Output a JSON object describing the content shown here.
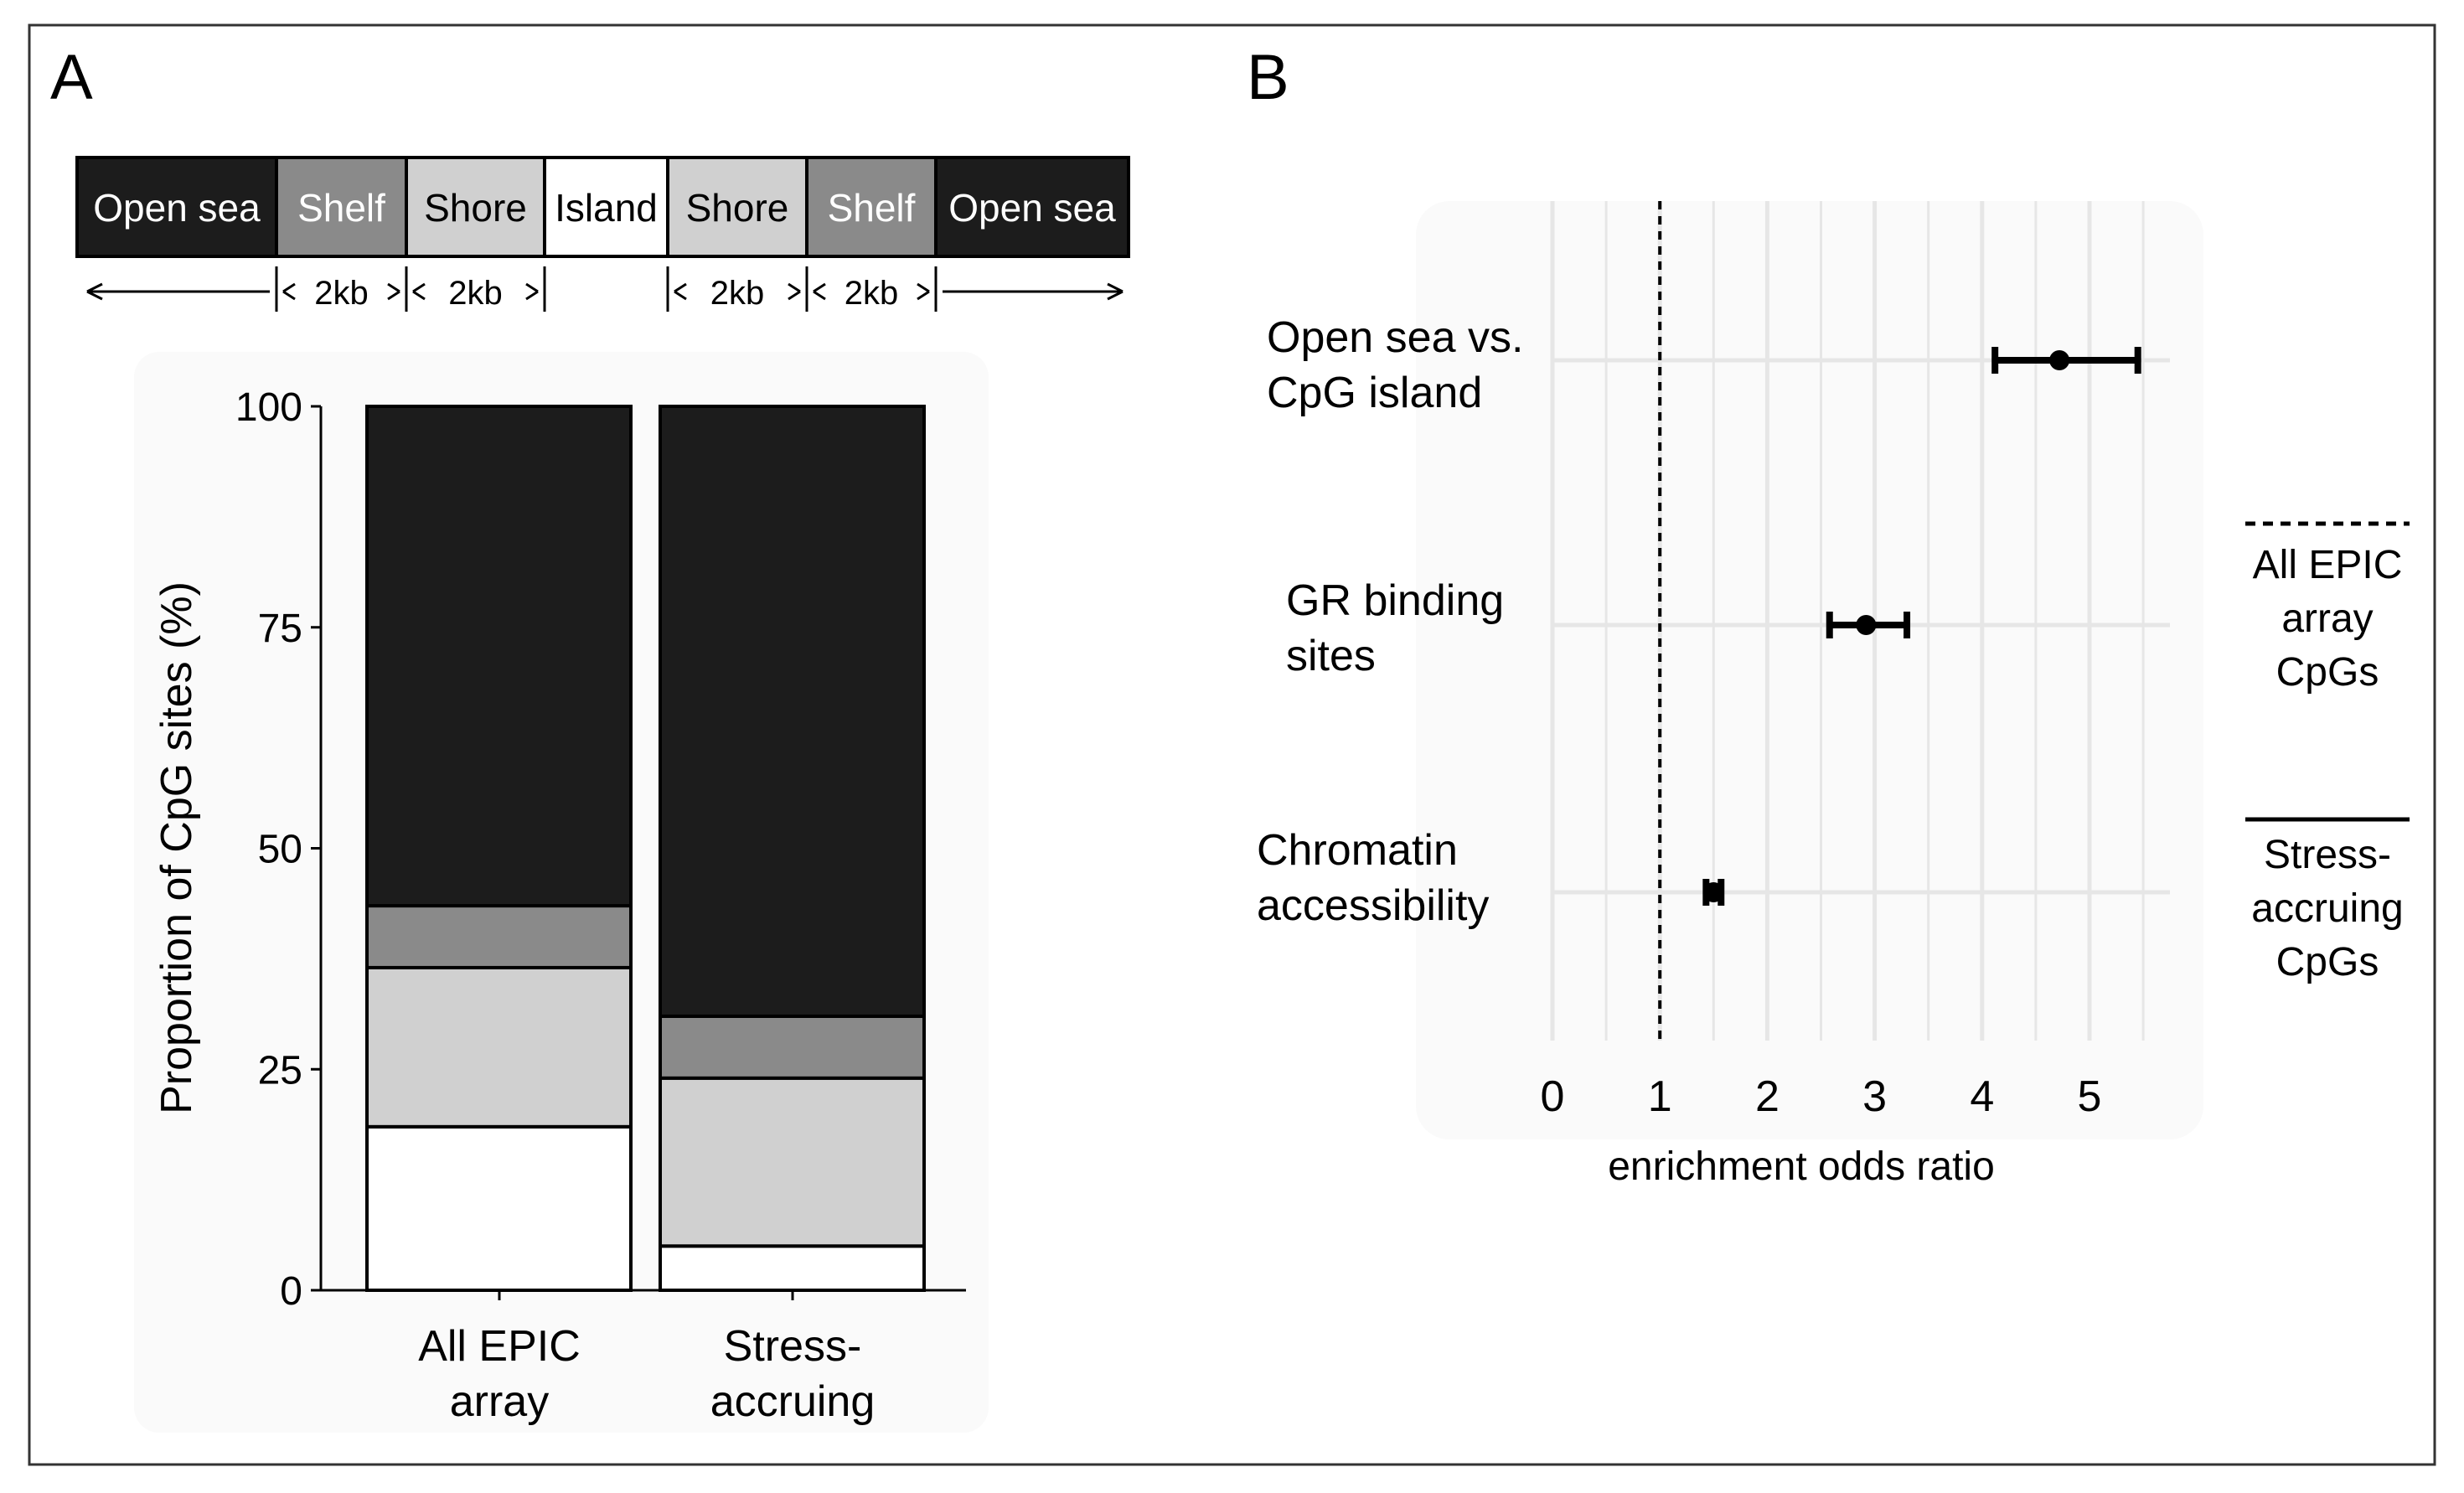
{
  "panels": {
    "a_label": "A",
    "b_label": "B"
  },
  "colors": {
    "open_sea": "#1c1c1c",
    "shelf": "#8a8a8a",
    "shore": "#d0d0d0",
    "island": "#ffffff",
    "grid": "#e6e6e6",
    "plot_bg": "#fafafa"
  },
  "region_diagram": {
    "segments": [
      {
        "label": "Open sea",
        "category": "open_sea"
      },
      {
        "label": "Shelf",
        "category": "shelf"
      },
      {
        "label": "Shore",
        "category": "shore"
      },
      {
        "label": "Island",
        "category": "island"
      },
      {
        "label": "Shore",
        "category": "shore"
      },
      {
        "label": "Shelf",
        "category": "shelf"
      },
      {
        "label": "Open sea",
        "category": "open_sea"
      }
    ],
    "span_labels": [
      "2kb",
      "2kb",
      "2kb",
      "2kb"
    ]
  },
  "chart_data": [
    {
      "type": "bar",
      "stacked": true,
      "ylabel": "Proportion of CpG sites (%)",
      "ylim": [
        0,
        100
      ],
      "yticks": [
        0,
        25,
        50,
        75,
        100
      ],
      "categories": [
        "All EPIC array",
        "Stress-accruing"
      ],
      "category_lines": [
        [
          "All EPIC",
          "array"
        ],
        [
          "Stress-",
          "accruing"
        ]
      ],
      "series": [
        {
          "category": "island",
          "values": [
            18.5,
            5
          ]
        },
        {
          "category": "shore",
          "values": [
            18,
            19
          ]
        },
        {
          "category": "shelf",
          "values": [
            7,
            7
          ]
        },
        {
          "category": "open_sea",
          "values": [
            56.5,
            69
          ]
        }
      ]
    },
    {
      "type": "scatter",
      "error_bars": true,
      "xlabel": "enrichment odds ratio",
      "xlim": [
        0,
        5.6
      ],
      "xticks": [
        0,
        1,
        2,
        3,
        4,
        5
      ],
      "categories": [
        "Open sea vs. CpG island",
        "GR binding sites",
        "Chromatin accessibility"
      ],
      "category_lines": [
        [
          "Open sea vs.",
          "CpG island"
        ],
        [
          "GR binding",
          "sites"
        ],
        [
          "Chromatin",
          "accessibility"
        ]
      ],
      "points": [
        {
          "estimate": 4.72,
          "ci": [
            4.12,
            5.45
          ]
        },
        {
          "estimate": 2.92,
          "ci": [
            2.58,
            3.3
          ]
        },
        {
          "estimate": 1.5,
          "ci": [
            1.43,
            1.57
          ]
        }
      ],
      "reference_line": 1,
      "legend": [
        {
          "style": "dashed",
          "lines": [
            "All EPIC",
            "array",
            "CpGs"
          ]
        },
        {
          "style": "solid",
          "lines": [
            "Stress-",
            "accruing",
            "CpGs"
          ]
        }
      ],
      "legend_position": "right"
    }
  ]
}
